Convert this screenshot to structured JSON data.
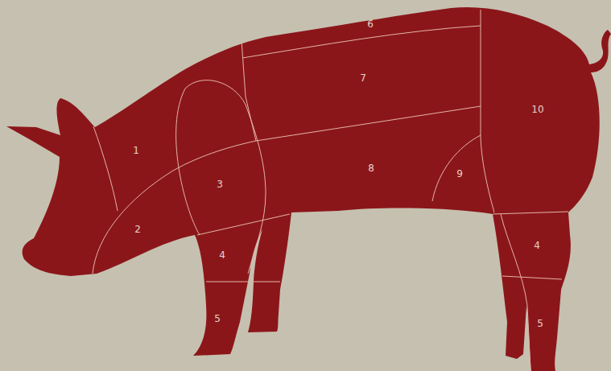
{
  "diagram": {
    "labels": [
      "6",
      "7",
      "10",
      "1",
      "3",
      "8",
      "9",
      "2",
      "4",
      "4",
      "5",
      "5"
    ]
  }
}
